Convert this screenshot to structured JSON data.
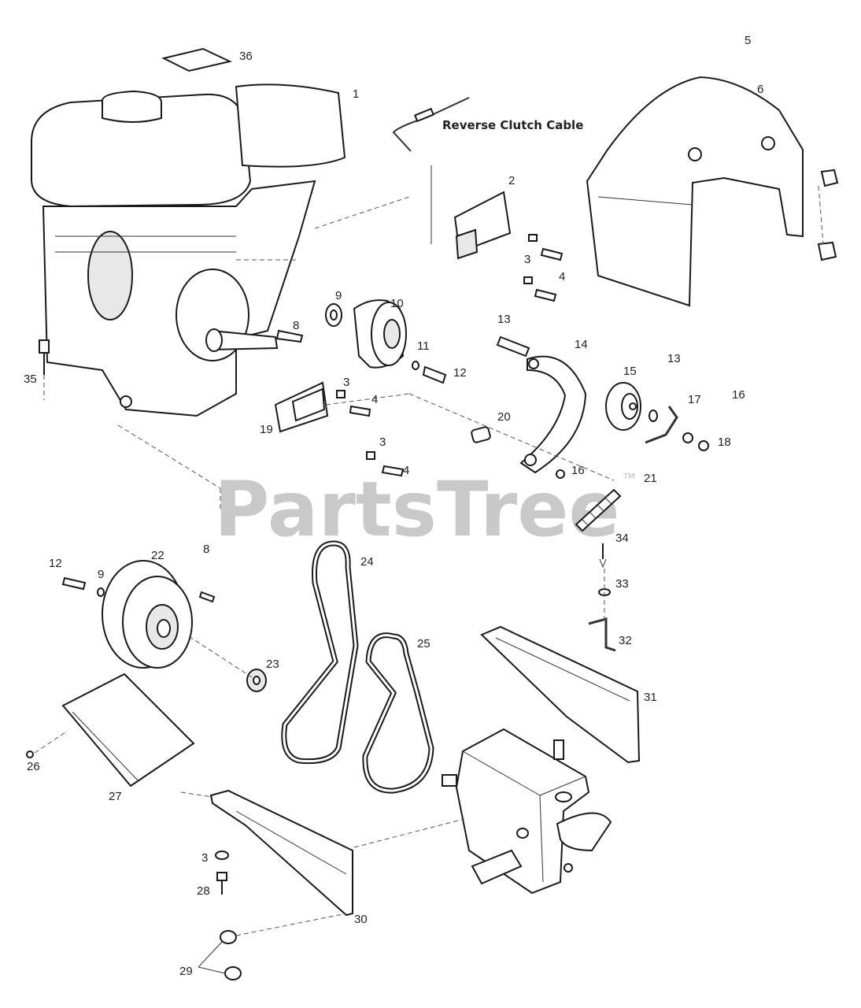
{
  "diagram": {
    "caption": "Reverse Clutch Cable",
    "watermark": "PartsTree",
    "trademark": "TM",
    "callouts": [
      "1",
      "2",
      "3",
      "4",
      "5",
      "6",
      "8",
      "9",
      "10",
      "11",
      "12",
      "13",
      "14",
      "15",
      "16",
      "17",
      "18",
      "19",
      "20",
      "21",
      "22",
      "23",
      "24",
      "25",
      "26",
      "27",
      "28",
      "29",
      "30",
      "31",
      "32",
      "33",
      "34",
      "35",
      "36"
    ]
  }
}
